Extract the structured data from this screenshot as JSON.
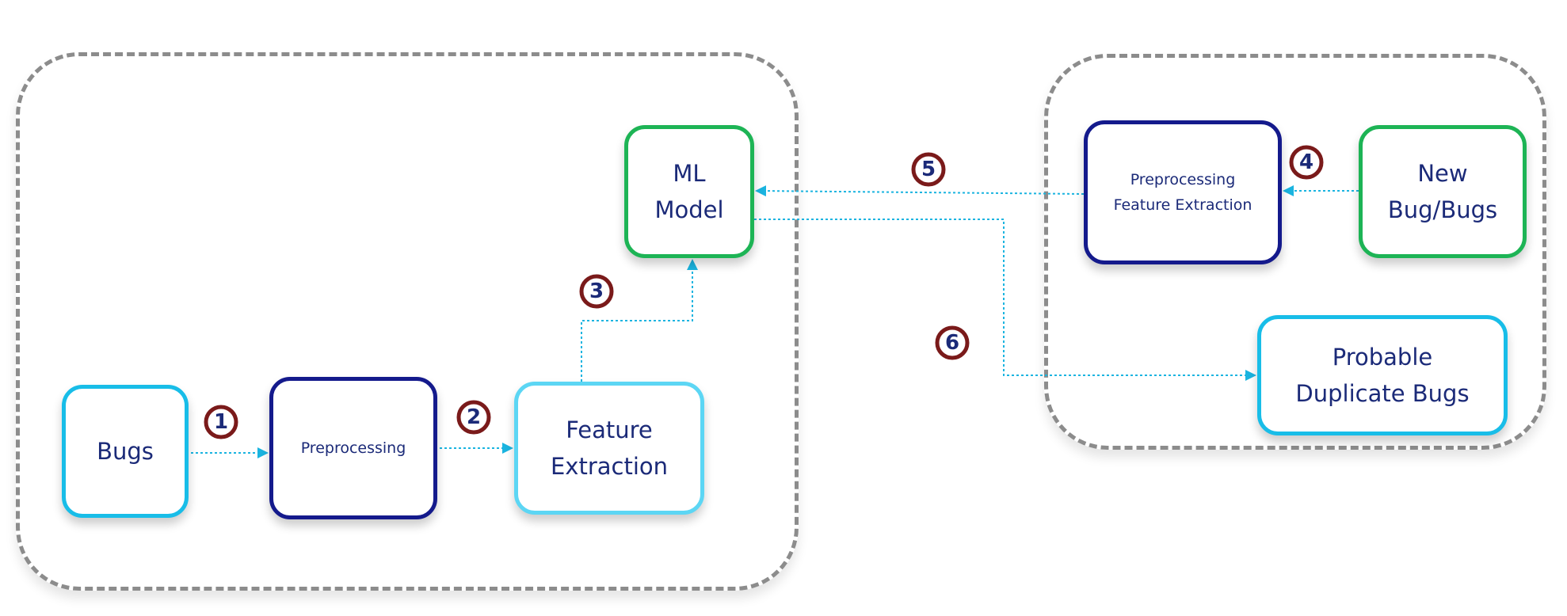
{
  "boxes": {
    "bugs": "Bugs",
    "preprocessing": "Preprocessing",
    "feature_extraction": "Feature\nExtraction",
    "ml_model": "ML\nModel",
    "preprocessing_feature_extraction": "Preprocessing\nFeature Extraction",
    "new_bugs": "New\nBug/Bugs",
    "probable_duplicates": "Probable\nDuplicate Bugs"
  },
  "steps": [
    "1",
    "2",
    "3",
    "4",
    "5",
    "6"
  ],
  "colors": {
    "cyan": "#18bde8",
    "light_cyan": "#5cd6f4",
    "navy": "#141a8c",
    "green": "#1db455",
    "step_ring": "#7a1a1a",
    "arrow": "#1ab4e0",
    "group_border": "#8c8c8c",
    "text": "#1b2a78"
  }
}
